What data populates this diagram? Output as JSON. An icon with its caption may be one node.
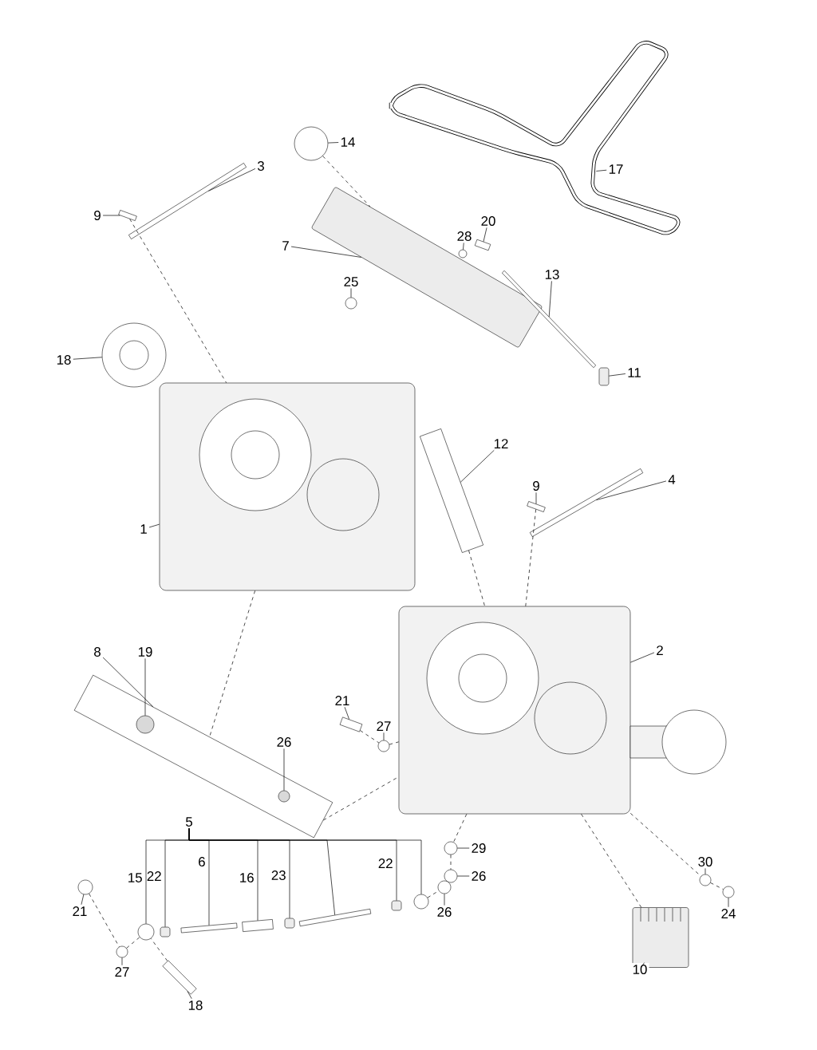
{
  "diagram": {
    "nodes": [
      {
        "text": [
          "3"
        ]
      },
      {
        "text": [
          "9"
        ]
      },
      {
        "text": [
          "14"
        ]
      },
      {
        "text": [
          "17"
        ]
      },
      {
        "text": [
          "7"
        ]
      },
      {
        "text": [
          "28"
        ]
      },
      {
        "text": [
          "20"
        ]
      },
      {
        "text": [
          "13"
        ]
      },
      {
        "text": [
          "25"
        ]
      },
      {
        "text": [
          "18"
        ]
      },
      {
        "text": [
          "11"
        ]
      },
      {
        "text": [
          "12"
        ]
      },
      {
        "text": [
          "4"
        ]
      },
      {
        "text": [
          "9"
        ]
      },
      {
        "text": [
          "1"
        ]
      },
      {
        "text": [
          "8"
        ]
      },
      {
        "text": [
          "19"
        ]
      },
      {
        "text": [
          "2"
        ]
      },
      {
        "text": [
          "21"
        ]
      },
      {
        "text": [
          "27"
        ]
      },
      {
        "text": [
          "26"
        ]
      },
      {
        "text": [
          "5"
        ]
      },
      {
        "text": [
          "29"
        ]
      },
      {
        "text": [
          "26"
        ]
      },
      {
        "text": [
          "30"
        ]
      },
      {
        "text": [
          "24"
        ]
      },
      {
        "text": [
          "10"
        ]
      },
      {
        "text": [
          "21"
        ]
      },
      {
        "text": [
          "27"
        ]
      },
      {
        "text": [
          "18"
        ]
      },
      {
        "text": [
          "26"
        ]
      },
      {
        "text": [],
        "shape": "bar"
      },
      {
        "text": [],
        "shape": "bar"
      },
      {
        "text": [],
        "shape": "circle"
      },
      {
        "text": [],
        "shape": "belt"
      },
      {
        "text": [],
        "shape": "box"
      },
      {
        "text": [],
        "shape": "circle"
      },
      {
        "text": [],
        "shape": "bar"
      },
      {
        "text": [],
        "shape": "bar"
      },
      {
        "text": [],
        "shape": "circle"
      },
      {
        "text": [],
        "shape": "circle"
      },
      {
        "text": [],
        "shape": "box"
      },
      {
        "text": [],
        "shape": "bar"
      },
      {
        "text": [],
        "shape": "bar"
      },
      {
        "text": [],
        "shape": "bar"
      },
      {
        "text": [],
        "shape": "picture"
      },
      {
        "text": [],
        "shape": "picture"
      },
      {
        "text": [],
        "shape": "bar"
      },
      {
        "text": [],
        "shape": "circle",
        "in": 47
      },
      {
        "text": [],
        "shape": "circle",
        "in": 47
      },
      {
        "text": [],
        "shape": "bar"
      },
      {
        "text": [],
        "shape": "circle"
      },
      {
        "text": [],
        "shape": "circle"
      },
      {
        "text": [],
        "shape": "circle"
      },
      {
        "text": [],
        "shape": "circle"
      },
      {
        "text": [],
        "shape": "circle"
      },
      {
        "text": [],
        "shape": "cylinder"
      },
      {
        "text": [],
        "shape": "circle"
      },
      {
        "text": [],
        "shape": "circle"
      },
      {
        "text": [],
        "shape": "bar"
      },
      {
        "text": [],
        "shape": "circle"
      },
      {
        "text": [],
        "shape": "circle"
      },
      {
        "text": [],
        "shape": "box"
      },
      {
        "text": [],
        "shape": "bar"
      },
      {
        "text": [],
        "shape": "bar"
      },
      {
        "text": [],
        "shape": "box"
      },
      {
        "text": [],
        "shape": "bar"
      },
      {
        "text": [],
        "shape": "box"
      },
      {
        "text": [],
        "shape": "circle"
      }
    ],
    "edges": [
      {
        "from": 0,
        "to": 31,
        "arrow": "none"
      },
      {
        "from": 1,
        "to": 32,
        "arrow": "none"
      },
      {
        "from": 2,
        "to": 33,
        "arrow": "none"
      },
      {
        "from": 3,
        "to": 34,
        "arrow": "none"
      },
      {
        "from": 4,
        "to": 35,
        "arrow": "none"
      },
      {
        "from": 5,
        "to": 36,
        "arrow": "none"
      },
      {
        "from": 6,
        "to": 37,
        "arrow": "none"
      },
      {
        "from": 7,
        "to": 38,
        "arrow": "none"
      },
      {
        "from": 8,
        "to": 39,
        "arrow": "none"
      },
      {
        "from": 9,
        "to": 40,
        "arrow": "none"
      },
      {
        "from": 10,
        "to": 41,
        "arrow": "none"
      },
      {
        "from": 11,
        "to": 42,
        "arrow": "none"
      },
      {
        "from": 12,
        "to": 43,
        "arrow": "none"
      },
      {
        "from": 13,
        "to": 44,
        "arrow": "none"
      },
      {
        "from": 14,
        "to": 45,
        "arrow": "none"
      },
      {
        "from": 15,
        "to": 47,
        "arrow": "none"
      },
      {
        "from": 16,
        "to": 48,
        "arrow": "none"
      },
      {
        "from": 17,
        "to": 46,
        "arrow": "none"
      },
      {
        "from": 18,
        "to": 50,
        "arrow": "none"
      },
      {
        "from": 19,
        "to": 51,
        "arrow": "none"
      },
      {
        "from": 20,
        "to": 49,
        "arrow": "none"
      },
      {
        "from": 22,
        "to": 52,
        "arrow": "none"
      },
      {
        "from": 23,
        "to": 53,
        "arrow": "none"
      },
      {
        "from": 24,
        "to": 54,
        "arrow": "none"
      },
      {
        "from": 25,
        "to": 55,
        "arrow": "none"
      },
      {
        "from": 26,
        "to": 56,
        "arrow": "none"
      },
      {
        "from": 27,
        "to": 57,
        "arrow": "none"
      },
      {
        "from": 28,
        "to": 58,
        "arrow": "none"
      },
      {
        "from": 29,
        "to": 59,
        "arrow": "none"
      },
      {
        "from": 30,
        "to": 60,
        "arrow": "none"
      },
      {
        "from": 21,
        "to": 61,
        "arrow": "none",
        "label": "15"
      },
      {
        "from": 21,
        "to": 62,
        "arrow": "none",
        "label": "22"
      },
      {
        "from": 21,
        "to": 63,
        "arrow": "none",
        "label": "6"
      },
      {
        "from": 21,
        "to": 64,
        "arrow": "none",
        "label": "16"
      },
      {
        "from": 21,
        "to": 65,
        "arrow": "none",
        "label": "23"
      },
      {
        "from": 21,
        "to": 66,
        "arrow": "none"
      },
      {
        "from": 21,
        "to": 67,
        "arrow": "none",
        "label": "22"
      },
      {
        "from": 21,
        "to": 68,
        "arrow": "none"
      },
      {
        "from": 33,
        "to": 35,
        "arrow": "none",
        "style": "dashed"
      },
      {
        "from": 32,
        "to": 45,
        "arrow": "none",
        "style": "dashed"
      },
      {
        "from": 45,
        "to": 47,
        "arrow": "none",
        "style": "dashed"
      },
      {
        "from": 42,
        "to": 46,
        "arrow": "none",
        "style": "dashed"
      },
      {
        "from": 44,
        "to": 46,
        "arrow": "none",
        "style": "dashed"
      },
      {
        "from": 47,
        "to": 46,
        "arrow": "none",
        "style": "dashed"
      },
      {
        "from": 50,
        "to": 51,
        "arrow": "none",
        "style": "dashed"
      },
      {
        "from": 51,
        "to": 46,
        "arrow": "none",
        "style": "dashed"
      },
      {
        "from": 46,
        "to": 52,
        "arrow": "none",
        "style": "dashed"
      },
      {
        "from": 52,
        "to": 53,
        "arrow": "none",
        "style": "dashed"
      },
      {
        "from": 46,
        "to": 56,
        "arrow": "none",
        "style": "dashed"
      },
      {
        "from": 46,
        "to": 54,
        "arrow": "none",
        "style": "dashed"
      },
      {
        "from": 54,
        "to": 55,
        "arrow": "none",
        "style": "dashed"
      },
      {
        "from": 57,
        "to": 58,
        "arrow": "none",
        "style": "dashed"
      },
      {
        "from": 58,
        "to": 61,
        "arrow": "none",
        "style": "dashed"
      },
      {
        "from": 59,
        "to": 61,
        "arrow": "none",
        "style": "dashed"
      },
      {
        "from": 68,
        "to": 60,
        "arrow": "none",
        "style": "dashed"
      }
    ]
  }
}
